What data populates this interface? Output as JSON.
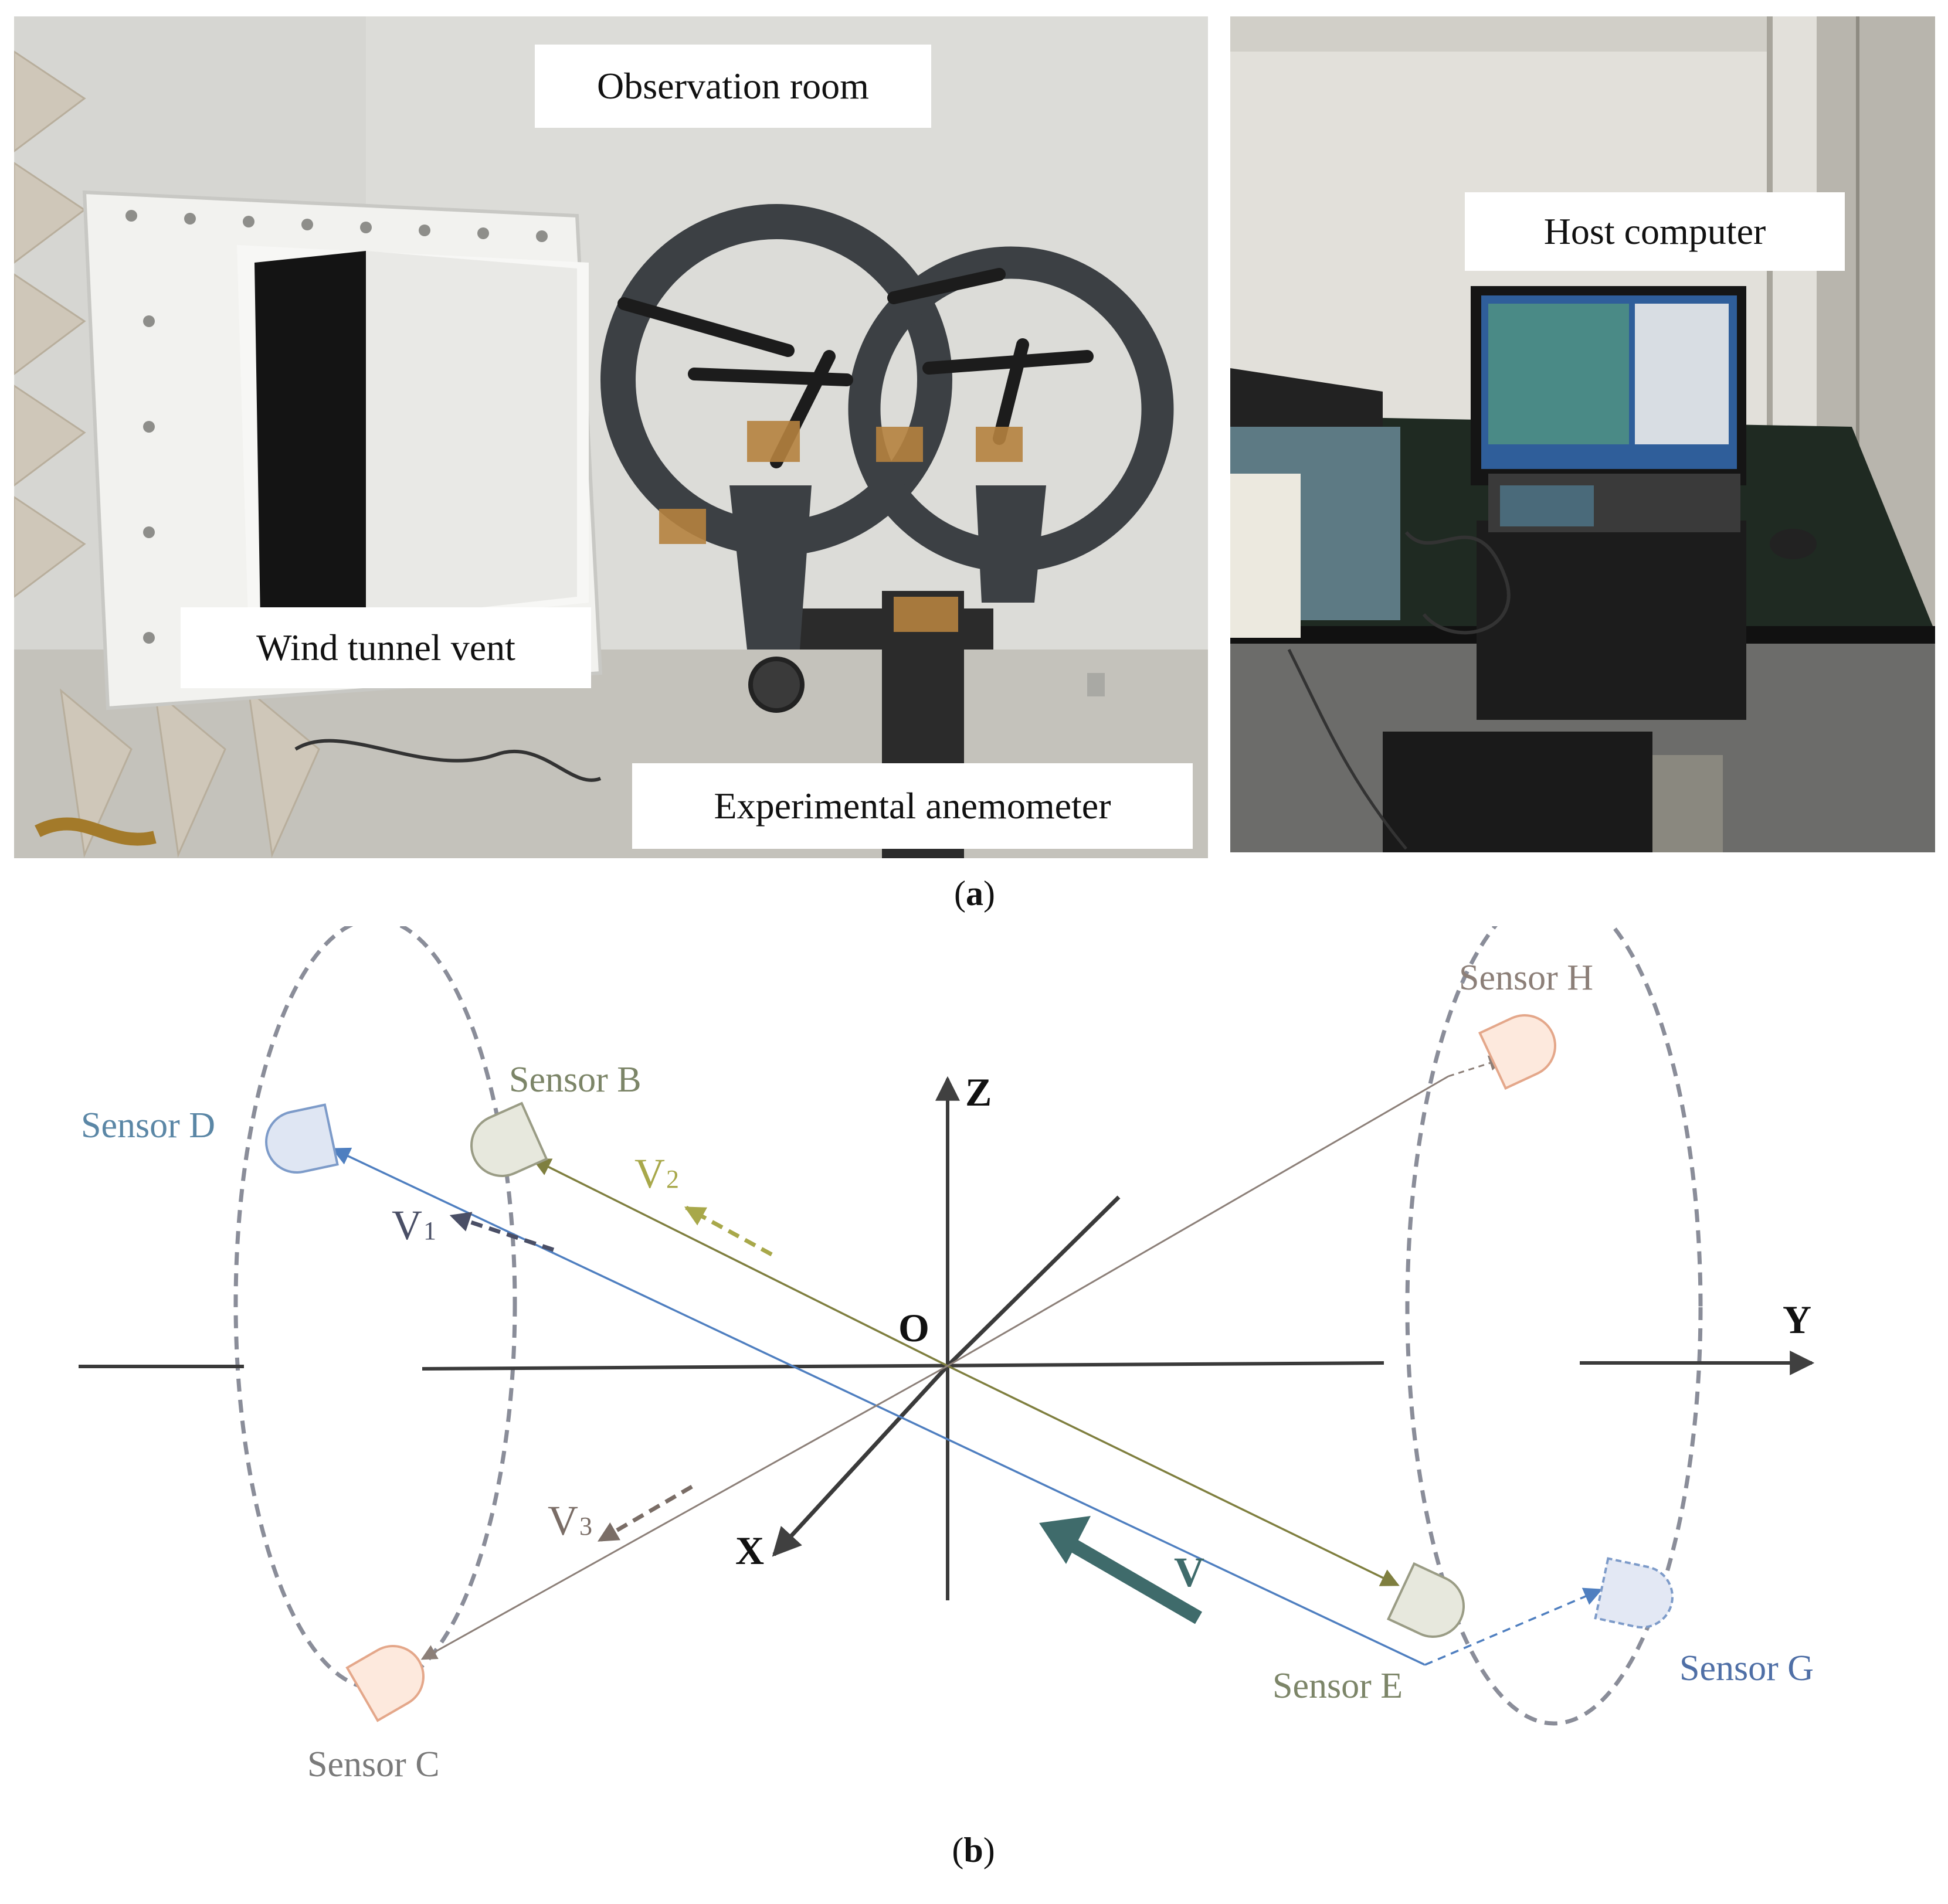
{
  "panel_a": {
    "left_photo": {
      "callouts": {
        "observation_room": "Observation room",
        "wind_tunnel_vent": "Wind tunnel vent",
        "experimental_anemometer": "Experimental anemometer"
      }
    },
    "right_photo": {
      "callouts": {
        "host_computer": "Host computer"
      }
    },
    "caption": {
      "open": "(",
      "letter": "a",
      "close": ")"
    }
  },
  "panel_b": {
    "axes": {
      "z": "Z",
      "y": "Y",
      "x": "X",
      "origin": "O"
    },
    "vectors": {
      "v1": {
        "main": "V",
        "sub": "1"
      },
      "v2": {
        "main": "V",
        "sub": "2"
      },
      "v3": {
        "main": "V",
        "sub": "3"
      },
      "v": "V"
    },
    "sensors": {
      "sensor_b": "Sensor B",
      "sensor_c": "Sensor C",
      "sensor_d": "Sensor D",
      "sensor_e": "Sensor E",
      "sensor_g": "Sensor G",
      "sensor_h": "Sensor H"
    },
    "colors": {
      "sensor_d_line": "#4f7fc0",
      "sensor_b_line": "#7f7f3f",
      "sensor_c_line": "#8c7f78",
      "v_arrow": "#3f6b6b",
      "ellipse": "#8a8d99"
    },
    "caption": {
      "open": "(",
      "letter": "b",
      "close": ")"
    }
  }
}
